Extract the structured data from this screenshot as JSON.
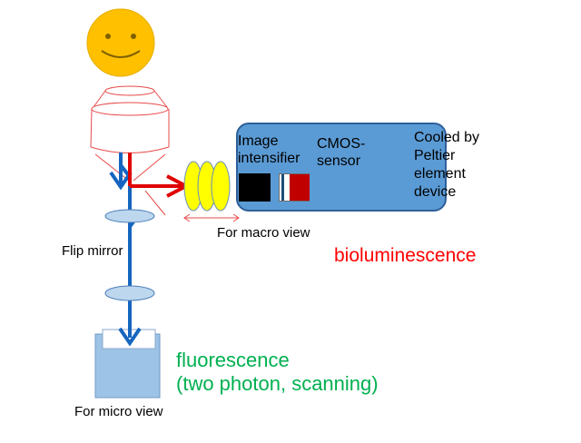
{
  "labels": {
    "image_intensifier": "Image\nintensifier",
    "cmos_sensor": "CMOS-\nsensor",
    "cooled_by": "Cooled by\nPeltier\nelement\ndevice",
    "for_macro_view": "For macro view",
    "bioluminescence": "bioluminescence",
    "flip_mirror": "Flip mirror",
    "fluorescence": "fluorescence\n(two photon, scanning)",
    "for_micro_view": "For micro view"
  },
  "colors": {
    "smiley_face": "#ffc000",
    "smiley_features": "#7f6000",
    "objective_outline": "#e84a4a",
    "camera_box": "#5b9bd5",
    "camera_border": "#2e5f99",
    "blue_beam": "#1565c0",
    "red_beam": "#e00000",
    "lens": "#ffff00",
    "flip_lens_fill": "#bdd7ee",
    "sample_dish": "#9dc3e6",
    "bioluminescence_text": "#ff0000",
    "fluorescence_text": "#00b050"
  }
}
